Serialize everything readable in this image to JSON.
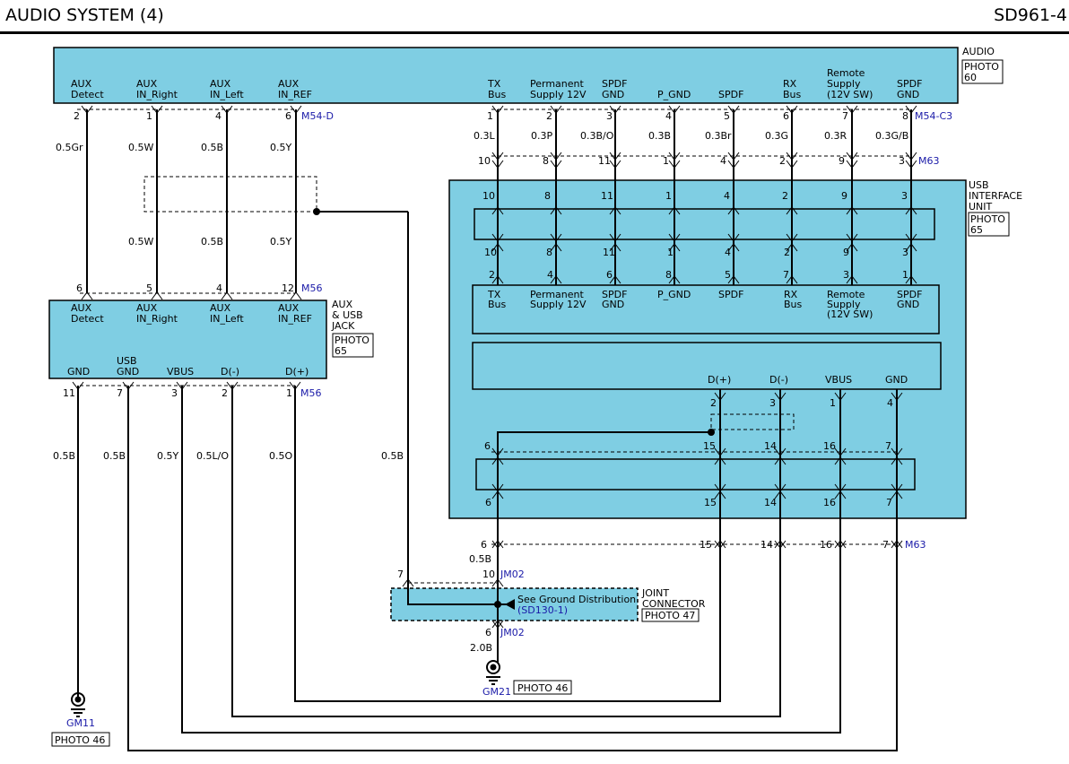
{
  "header": {
    "title": "AUDIO SYSTEM (4)",
    "code": "SD961-4"
  },
  "colors": {
    "component_fill": "#7fcee3",
    "wire": "#000000",
    "connector_text": "#1a1aa8"
  },
  "audio": {
    "name": "AUDIO",
    "photo": [
      "PHOTO",
      "60"
    ],
    "left_connector": "M54-D",
    "right_connector": "M54-C3",
    "left_pins": [
      {
        "pin": "2",
        "label": [
          "AUX",
          "Detect"
        ],
        "wire": "0.5Gr"
      },
      {
        "pin": "1",
        "label": [
          "AUX",
          "IN_Right"
        ],
        "wire": "0.5W"
      },
      {
        "pin": "4",
        "label": [
          "AUX",
          "IN_Left"
        ],
        "wire": "0.5B"
      },
      {
        "pin": "6",
        "label": [
          "AUX",
          "IN_REF"
        ],
        "wire": "0.5Y"
      }
    ],
    "right_pins": [
      {
        "pin": "1",
        "label": [
          "TX",
          "Bus"
        ],
        "wire": "0.3L",
        "m63": "10"
      },
      {
        "pin": "2",
        "label": [
          "Permanent",
          "Supply 12V"
        ],
        "wire": "0.3P",
        "m63": "8"
      },
      {
        "pin": "3",
        "label": [
          "SPDF",
          "GND"
        ],
        "wire": "0.3B/O",
        "m63": "11"
      },
      {
        "pin": "4",
        "label": [
          "P_GND"
        ],
        "wire": "0.3B",
        "m63": "1"
      },
      {
        "pin": "5",
        "label": [
          "SPDF"
        ],
        "wire": "0.3Br",
        "m63": "4"
      },
      {
        "pin": "6",
        "label": [
          "RX",
          "Bus"
        ],
        "wire": "0.3G",
        "m63": "2"
      },
      {
        "pin": "7",
        "label": [
          "Remote",
          "Supply",
          "(12V SW)"
        ],
        "wire": "0.3R",
        "m63": "9"
      },
      {
        "pin": "8",
        "label": [
          "SPDF",
          "GND"
        ],
        "wire": "0.3G/B",
        "m63": "3"
      }
    ]
  },
  "usb_unit": {
    "name": [
      "USB",
      "INTERFACE",
      "UNIT"
    ],
    "photo": [
      "PHOTO",
      "65"
    ],
    "top_connector": "M63",
    "top_pins": [
      "10",
      "8",
      "11",
      "1",
      "4",
      "2",
      "9",
      "3"
    ],
    "inner_pins": [
      "2",
      "4",
      "6",
      "8",
      "5",
      "7",
      "3",
      "1"
    ],
    "inner_labels": [
      [
        "TX",
        "Bus"
      ],
      [
        "Permanent",
        "Supply 12V"
      ],
      [
        "SPDF",
        "GND"
      ],
      [
        "P_GND"
      ],
      [
        "SPDF"
      ],
      [
        "RX",
        "Bus"
      ],
      [
        "Remote",
        "Supply",
        "(12V SW)"
      ],
      [
        "SPDF",
        "GND"
      ]
    ],
    "usb_labels": [
      "D(+)",
      "D(-)",
      "VBUS",
      "GND"
    ],
    "usb_inner_pins": [
      "2",
      "3",
      "1",
      "4"
    ],
    "bottom_pins": [
      "6",
      "15",
      "14",
      "16",
      "7"
    ],
    "bottom_connector": "M63"
  },
  "jack": {
    "name": [
      "AUX",
      "& USB",
      "JACK"
    ],
    "photo": [
      "PHOTO",
      "65"
    ],
    "top_connector": "M56",
    "top_pins": [
      {
        "pin": "6",
        "label": [
          "AUX",
          "Detect"
        ],
        "wire": ""
      },
      {
        "pin": "5",
        "label": [
          "AUX",
          "IN_Right"
        ],
        "wire": "0.5W"
      },
      {
        "pin": "4",
        "label": [
          "AUX",
          "IN_Left"
        ],
        "wire": "0.5B"
      },
      {
        "pin": "12",
        "label": [
          "AUX",
          "IN_REF"
        ],
        "wire": "0.5Y"
      }
    ],
    "bottom_connector": "M56",
    "bottom_pins": [
      {
        "pin": "11",
        "label": [
          "GND"
        ],
        "wire": "0.5B"
      },
      {
        "pin": "7",
        "label": [
          "USB",
          "GND"
        ],
        "wire": "0.5B"
      },
      {
        "pin": "3",
        "label": [
          "VBUS"
        ],
        "wire": "0.5Y"
      },
      {
        "pin": "2",
        "label": [
          "D(-)"
        ],
        "wire": "0.5L/O"
      },
      {
        "pin": "1",
        "label": [
          "D(+)"
        ],
        "wire": "0.5O"
      }
    ]
  },
  "joint": {
    "name": [
      "JOINT",
      "CONNECTOR"
    ],
    "photo": "PHOTO 47",
    "connector": "JM02",
    "note": "See Ground Distribution",
    "ref": "(SD130-1)",
    "pin_left": "7",
    "pin_top": "10",
    "pin_bottom": "6",
    "wire_left": "0.5B",
    "wire_top": "0.5B",
    "wire_bottom": "2.0B"
  },
  "grounds": [
    {
      "name": "GM11",
      "photo": "PHOTO 46"
    },
    {
      "name": "GM21",
      "photo": "PHOTO 46"
    }
  ]
}
